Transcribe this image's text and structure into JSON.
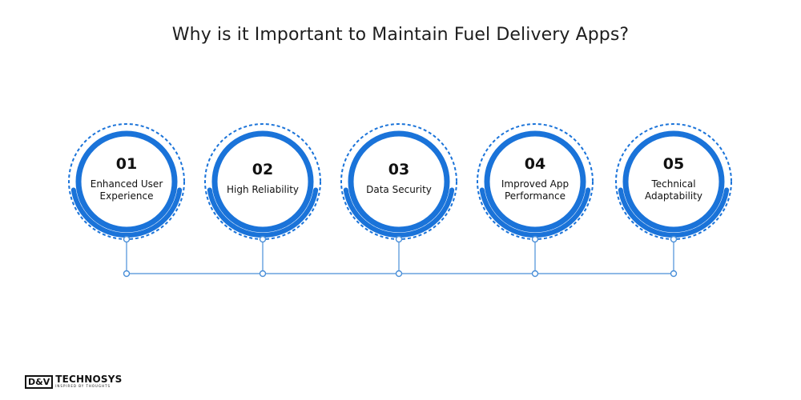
{
  "title": "Why is it Important to Maintain Fuel Delivery Apps?",
  "steps": [
    {
      "number": "01",
      "label": "Enhanced User Experience"
    },
    {
      "number": "02",
      "label": "High Reliability"
    },
    {
      "number": "03",
      "label": "Data Security"
    },
    {
      "number": "04",
      "label": "Improved App Performance"
    },
    {
      "number": "05",
      "label": "Technical Adaptability"
    }
  ],
  "colors": {
    "accent": "#1a73d9",
    "connector": "#4a8fd8",
    "text": "#111111"
  },
  "logo": {
    "box": "D&V",
    "main": "TECHNOSYS",
    "sub": "INSPIRED BY THOUGHTS"
  }
}
